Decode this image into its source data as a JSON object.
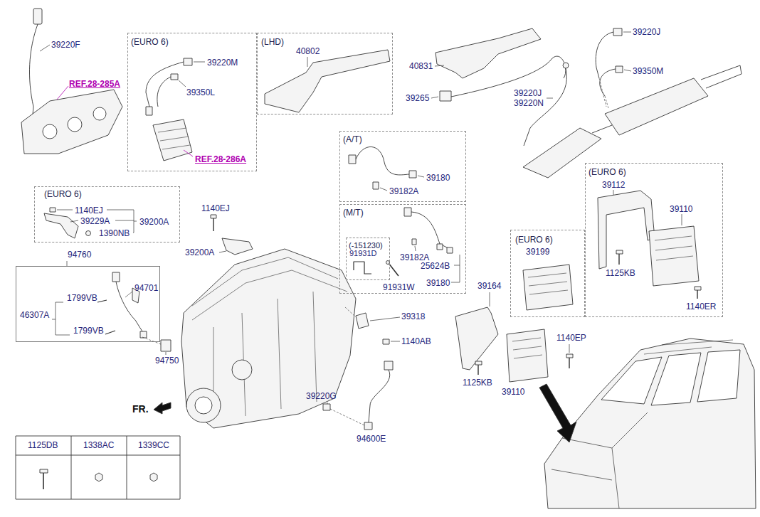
{
  "diagram": {
    "nodes": [
      {
        "text": [
          "(EURO 6)",
          "39220M",
          "39350L",
          "REF.28-286A"
        ]
      },
      {
        "text": [
          "(LHD)",
          "40802"
        ]
      },
      {
        "text": [
          "(A/T)",
          "39180",
          "39182A"
        ]
      },
      {
        "text": [
          "(M/T)",
          "39182A",
          "25624B",
          "39180",
          "91931W"
        ]
      },
      {
        "text": [
          "(-151230)",
          "91931D"
        ],
        "in": 3
      },
      {
        "text": [
          "(EURO 6)",
          "1140EJ",
          "39229A",
          "39200A",
          "1390NB"
        ]
      },
      {
        "text": [
          "94760",
          "94701",
          "46307A",
          "1799VB",
          "1799VB"
        ]
      },
      {
        "text": [
          "(EURO 6)",
          "39199"
        ]
      },
      {
        "text": [
          "(EURO 6)",
          "39112",
          "39110",
          "1125KB",
          "1140ER"
        ]
      }
    ],
    "labels": [
      "39220F",
      "REF.28-285A",
      "40831",
      "39265",
      "39220J",
      "39350M",
      "39220J",
      "39220N",
      "1140EJ",
      "39200A",
      "94750",
      "39318",
      "1140AB",
      "39220G",
      "94600E",
      "39164",
      "1140EP",
      "1125KB",
      "39110",
      "FR.",
      "1125DB",
      "1338AC",
      "1339CC"
    ]
  }
}
